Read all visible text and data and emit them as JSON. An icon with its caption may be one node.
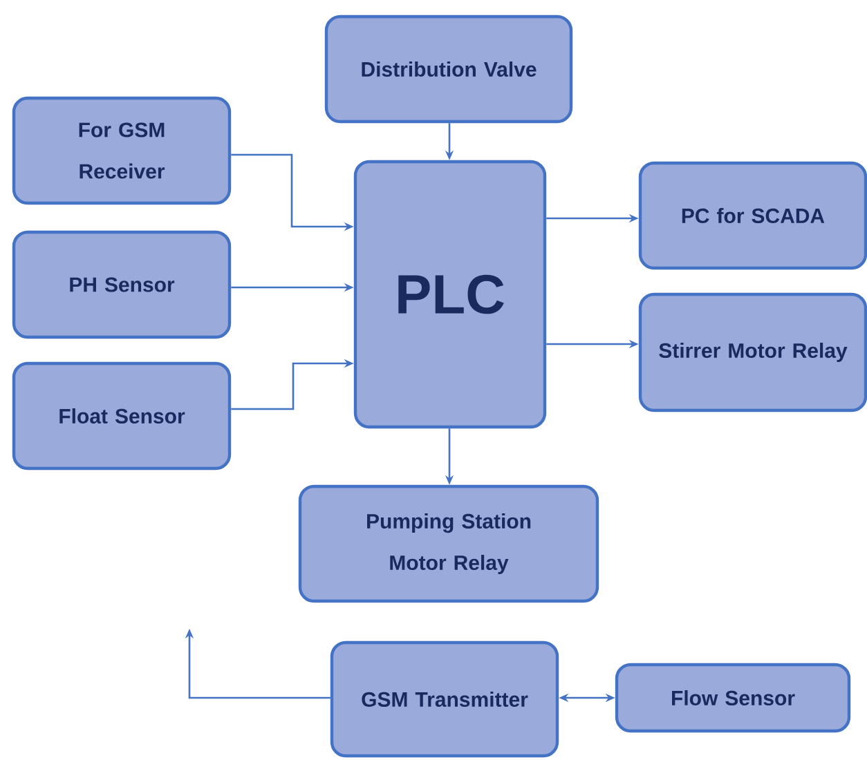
{
  "diagram": {
    "nodes": [
      {
        "text": [
          "Distribution Valve"
        ]
      },
      {
        "text": [
          "For GSM Receiver"
        ]
      },
      {
        "text": [
          "PH Sensor"
        ]
      },
      {
        "text": [
          "Float Sensor"
        ]
      },
      {
        "text": [
          "PLC"
        ]
      },
      {
        "text": [
          "PC for SCADA"
        ]
      },
      {
        "text": [
          "Stirrer Motor Relay"
        ]
      },
      {
        "text": [
          "Pumping Station Motor Relay"
        ]
      },
      {
        "text": [
          "GSM Transmitter"
        ]
      },
      {
        "text": [
          "Flow Sensor"
        ]
      }
    ],
    "edges": [
      {
        "from": 0,
        "to": 4,
        "arrow": "to"
      },
      {
        "from": 1,
        "to": 4,
        "arrow": "to"
      },
      {
        "from": 2,
        "to": 4,
        "arrow": "to"
      },
      {
        "from": 3,
        "to": 4,
        "arrow": "to"
      },
      {
        "from": 4,
        "to": 5,
        "arrow": "to"
      },
      {
        "from": 4,
        "to": 6,
        "arrow": "to"
      },
      {
        "from": 4,
        "to": 7,
        "arrow": "to"
      },
      {
        "from": 8,
        "to": null,
        "arrow": "to"
      },
      {
        "from": 8,
        "to": 9,
        "arrow": "both"
      }
    ]
  }
}
